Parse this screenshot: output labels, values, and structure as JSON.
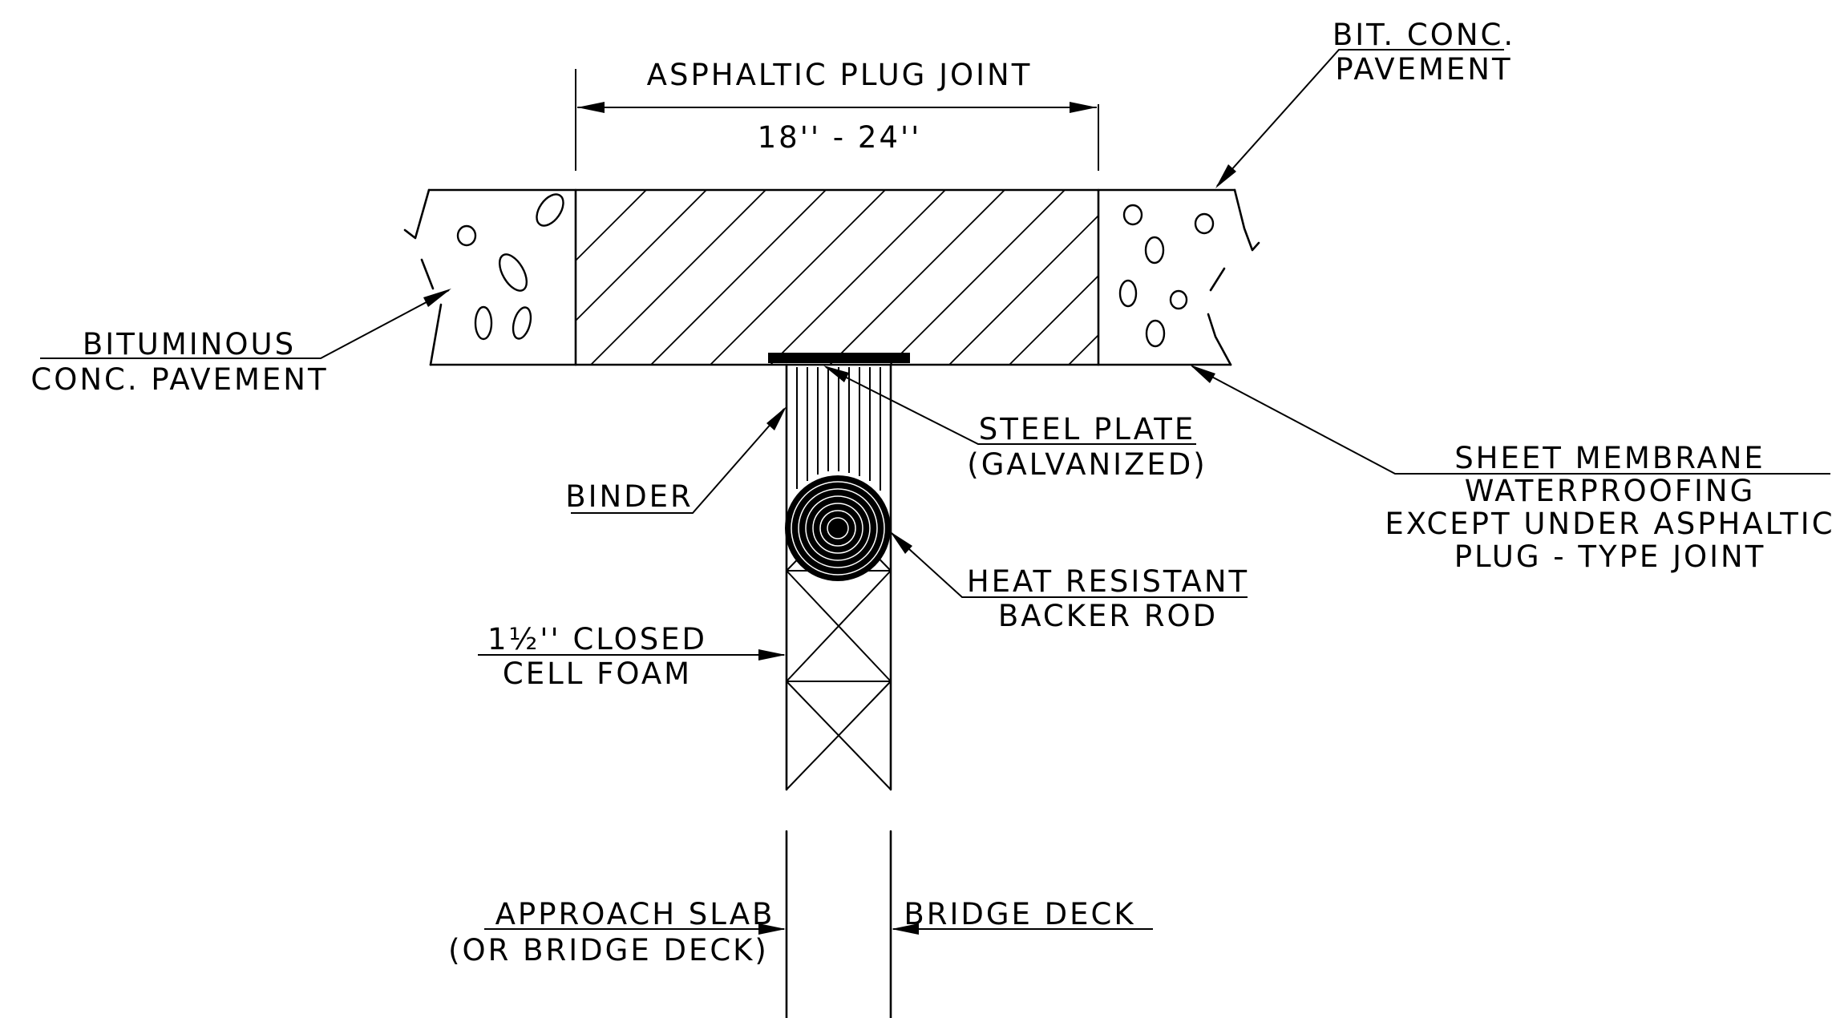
{
  "labels": {
    "plug_joint_title": "ASPHALTIC PLUG JOINT",
    "plug_joint_width": "18'' - 24''",
    "bit_conc_line1": "BIT. CONC.",
    "bit_conc_line2": "PAVEMENT",
    "bituminous_line1": "BITUMINOUS",
    "bituminous_line2": "CONC. PAVEMENT",
    "steel_plate_line1": "STEEL PLATE",
    "steel_plate_line2": "(GALVANIZED)",
    "binder": "BINDER",
    "membrane_line1": "SHEET MEMBRANE",
    "membrane_line2": "WATERPROOFING",
    "membrane_line3": "EXCEPT UNDER ASPHALTIC",
    "membrane_line4": "PLUG - TYPE JOINT",
    "backer_line1": "HEAT RESISTANT",
    "backer_line2": "BACKER ROD",
    "foam_line1": "1½'' CLOSED",
    "foam_line2": "CELL FOAM",
    "approach_line1": "APPROACH SLAB",
    "approach_line2": "(OR BRIDGE DECK)",
    "bridge_deck": "BRIDGE DECK"
  }
}
